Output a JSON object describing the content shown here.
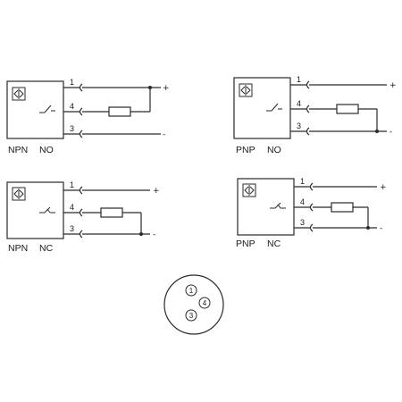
{
  "diagrams": [
    {
      "type": "NPN",
      "mode": "NO",
      "pins": [
        "1",
        "4",
        "3"
      ],
      "pos": "+",
      "neg": "-"
    },
    {
      "type": "PNP",
      "mode": "NO",
      "pins": [
        "1",
        "4",
        "3"
      ],
      "pos": "+",
      "neg": "-"
    },
    {
      "type": "NPN",
      "mode": "NC",
      "pins": [
        "1",
        "4",
        "3"
      ],
      "pos": "+",
      "neg": "-"
    },
    {
      "type": "PNP",
      "mode": "NC",
      "pins": [
        "1",
        "4",
        "3"
      ],
      "pos": "+",
      "neg": "-"
    }
  ],
  "connector": {
    "pins": [
      "1",
      "4",
      "3"
    ]
  }
}
